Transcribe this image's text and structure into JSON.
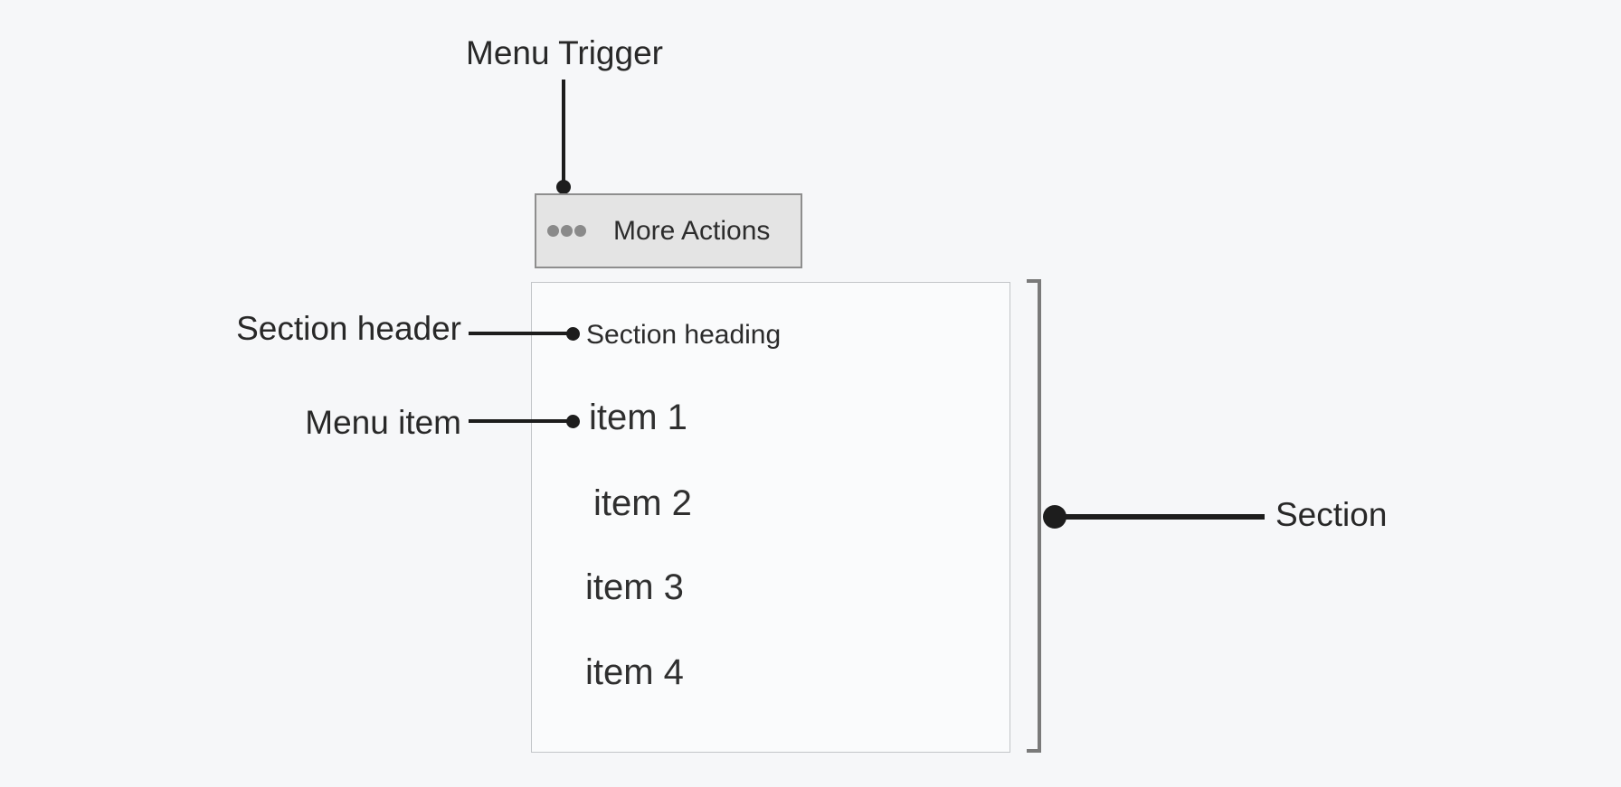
{
  "callouts": {
    "menu_trigger": "Menu Trigger",
    "section_header": "Section header",
    "menu_item": "Menu item",
    "section": "Section"
  },
  "trigger_button": {
    "label": "More Actions",
    "icon": "ellipsis-icon"
  },
  "menu": {
    "section_heading": "Section heading",
    "items": [
      {
        "label": "item 1"
      },
      {
        "label": "item 2"
      },
      {
        "label": "item 3"
      },
      {
        "label": "item 4"
      }
    ]
  },
  "colors": {
    "page_background": "#f6f7f9",
    "panel_background": "#fafbfc",
    "panel_border": "#c2c5c8",
    "button_background": "#e4e4e4",
    "button_border": "#8e8e8e",
    "ellipsis_dot": "#8a8a8a",
    "annotation_line": "#1d1d1d",
    "bracket": "#7a7a7a",
    "label_text": "#282828",
    "item_text": "#2f2f2f"
  }
}
